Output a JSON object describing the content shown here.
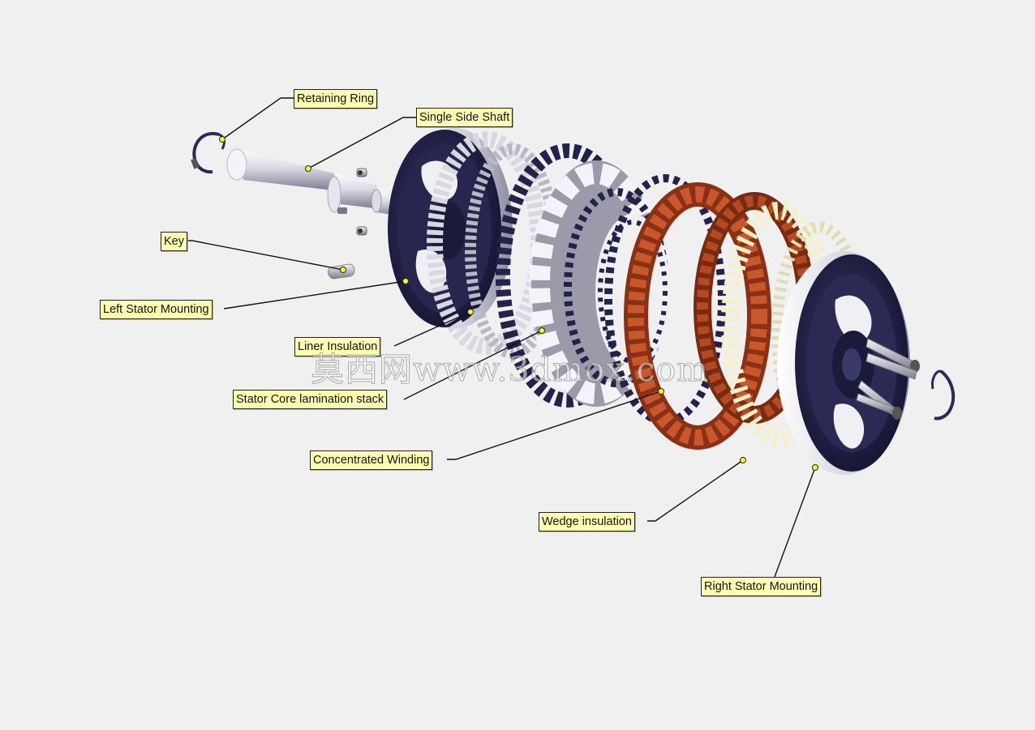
{
  "labels": {
    "retaining_ring": "Retaining Ring",
    "single_side_shaft": "Single Side Shaft",
    "key": "Key",
    "left_stator_mounting": "Left Stator Mounting",
    "liner_insulation": "Liner Insulation",
    "stator_core": "Stator Core lamination stack",
    "concentrated_winding": "Concentrated Winding",
    "wedge_insulation": "Wedge insulation",
    "right_stator_mounting": "Right Stator Mounting"
  },
  "watermark": "莫西网www.3dmox.com",
  "colors": {
    "background": "#f0f0f0",
    "callout_fill": "#ffffb0",
    "winding_copper": "#a0401c",
    "core_steel": "#c8c8cc",
    "mounting_navy": "#1c1c44",
    "wedge_cream": "#f2efc4",
    "anchor_dot": "#ffff00"
  }
}
